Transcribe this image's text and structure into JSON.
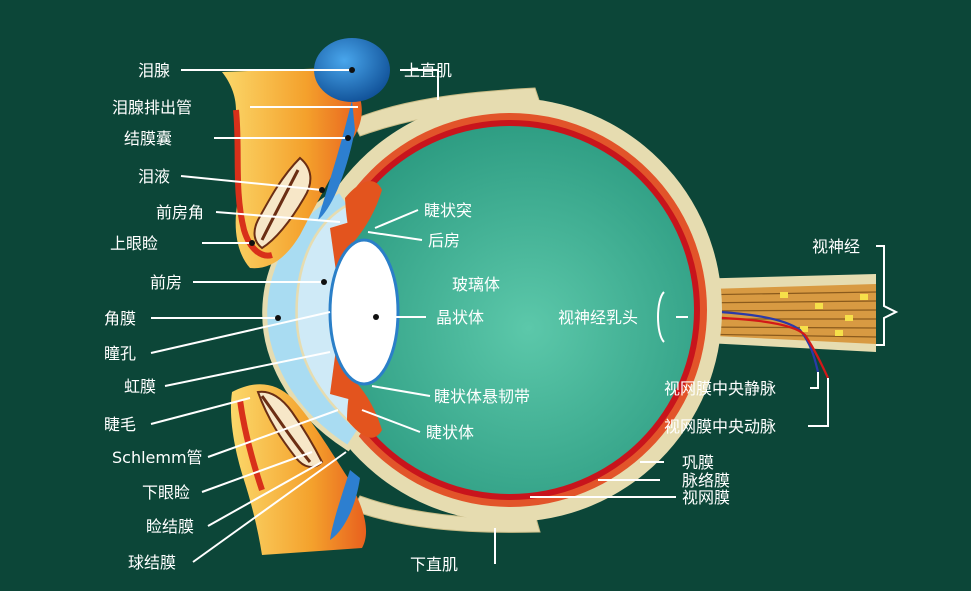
{
  "labels": {
    "lacrimal_gland": "泪腺",
    "lacrimal_duct": "泪腺排出管",
    "conjunctival_sac": "结膜囊",
    "tear_fluid": "泪液",
    "anterior_chamber_angle": "前房角",
    "upper_eyelid": "上眼睑",
    "anterior_chamber": "前房",
    "cornea": "角膜",
    "pupil": "瞳孔",
    "iris": "虹膜",
    "eyelash": "睫毛",
    "schlemm_canal": "Schlemm管",
    "lower_eyelid": "下眼睑",
    "palpebral_conjunctiva": "睑结膜",
    "bulbar_conjunctiva": "球结膜",
    "superior_rectus": "上直肌",
    "ciliary_process": "睫状突",
    "posterior_chamber": "后房",
    "vitreous_body": "玻璃体",
    "lens": "晶状体",
    "zonule": "睫状体悬韧带",
    "ciliary_body": "睫状体",
    "inferior_rectus": "下直肌",
    "optic_disc": "视神经乳头",
    "optic_nerve": "视神经",
    "central_retinal_vein": "视网膜中央静脉",
    "central_retinal_artery": "视网膜中央动脉",
    "sclera": "巩膜",
    "choroid": "脉络膜",
    "retina": "视网膜"
  },
  "colors": {
    "background": "#0c4638",
    "vitreous": "#3fae94",
    "sclera": "#e6dcb0",
    "choroid": "#e2542a",
    "retina": "#c8141c",
    "cornea": "#a9dcf2",
    "lens": "#ffffff",
    "lacrimal_gland": "#1f7ac8",
    "eyelid": "#f39a2a",
    "nerve": "#d79a3a"
  }
}
